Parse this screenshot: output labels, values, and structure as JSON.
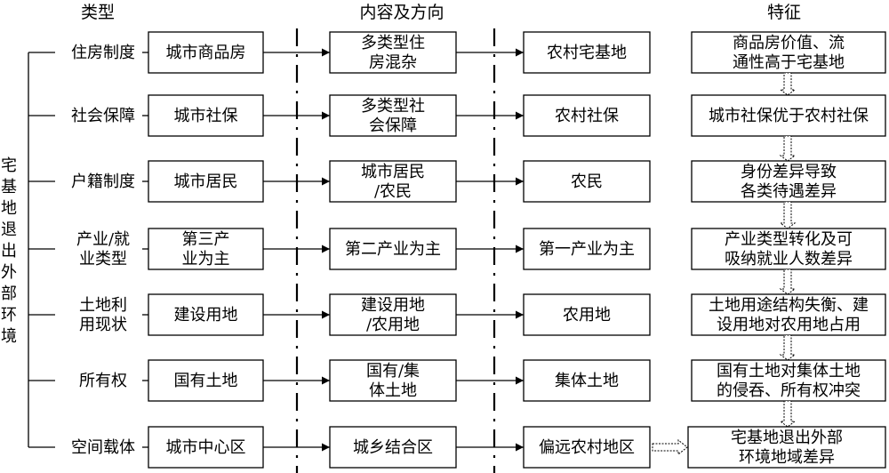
{
  "headers": {
    "type": "类型",
    "content": "内容及方向",
    "feature": "特征"
  },
  "root_label": "宅基地退出外部环境",
  "rows": [
    {
      "type": "住房制度",
      "city": "城市商品房",
      "mid": "多类型住房混杂",
      "rural": "农村宅基地",
      "feature": "商品房价值、流通性高于宅基地"
    },
    {
      "type": "社会保障",
      "city": "城市社保",
      "mid": "多类型社会保障",
      "rural": "农村社保",
      "feature": "城市社保优于农村社保"
    },
    {
      "type": "户籍制度",
      "city": "城市居民",
      "mid": "城市居民/农民",
      "rural": "农民",
      "feature": "身份差异导致各类待遇差异"
    },
    {
      "type": "产业/就业类型",
      "city": "第三产业为主",
      "mid": "第二产业为主",
      "rural": "第一产业为主",
      "feature": "产业类型转化及可吸纳就业人数差异"
    },
    {
      "type": "土地利用现状",
      "city": "建设用地",
      "mid": "建设用地/农用地",
      "rural": "农用地",
      "feature": "土地用途结构失衡、建设用地对农用地占用"
    },
    {
      "type": "所有权",
      "city": "国有土地",
      "mid": "国有/集体土地",
      "rural": "集体土地",
      "feature": "国有土地对集体土地的侵吞、所有权冲突"
    },
    {
      "type": "空间载体",
      "city": "城市中心区",
      "mid": "城乡结合区",
      "rural": "偏远农村地区",
      "feature": "宅基地退出外部环境地域差异"
    }
  ]
}
